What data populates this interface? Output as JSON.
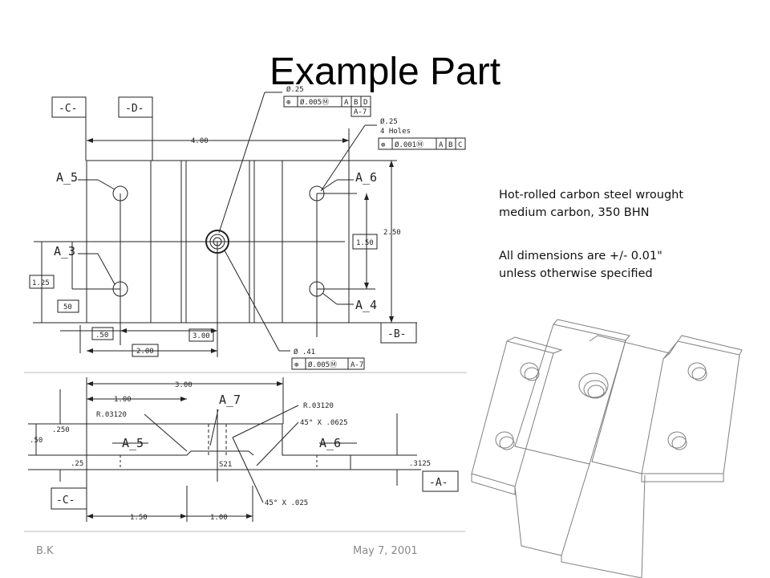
{
  "title": "Example Part",
  "notes": {
    "material_line1": "Hot-rolled carbon steel wrought",
    "material_line2": "medium carbon, 350 BHN",
    "tolerance_line1": "All dimensions are +/- 0.01\"",
    "tolerance_line2": "unless otherwise specified"
  },
  "footer": {
    "author": "B.K",
    "date": "May 7, 2001"
  },
  "top_view": {
    "datum_c": "-C-",
    "datum_d": "-D-",
    "datum_b": "-B-",
    "dim_width": "4.00",
    "dim_height": "2.50",
    "dim_150": "1.50",
    "dim_125": "1.25",
    "dim_50_box": "50",
    "dim_point50": ".50",
    "dim_300": "3.00",
    "dim_200": "2.00",
    "label_a5": "A_5",
    "label_a6": "A_6",
    "label_a3": "A_3",
    "label_a4": "A_4",
    "hole_center_dia": "Ø.25",
    "hole_center_fcf": [
      "⊕",
      "Ø.005Ⓜ",
      "A",
      "B",
      "D"
    ],
    "hole_center_ref": "A-7",
    "holes4_dia": "Ø.25",
    "holes4_count": "4 Holes",
    "holes4_fcf": [
      "⊕",
      "Ø.001Ⓜ",
      "A",
      "B",
      "C"
    ],
    "cbore_dia": "Ø .41",
    "cbore_fcf": [
      "⊕",
      "Ø.005Ⓜ"
    ],
    "cbore_ref": "A-7"
  },
  "side_view": {
    "dim_300": "3.00",
    "dim_100": "1.00",
    "radius_left": "R.03120",
    "radius_right": "R.03120",
    "label_a7": "A_7",
    "chamfer_top": "45° X .0625",
    "chamfer_bottom": "45° X .025",
    "dim_250": ".250",
    "dim_50": ".50",
    "dim_25": ".25",
    "dim_3125": ".3125",
    "label_a5": "A_5",
    "label_a6": "A_6",
    "thread_note": "S21",
    "datum_c": "-C-",
    "datum_a": "-A-",
    "dim_150": "1.50",
    "dim_100b": "1.00"
  }
}
